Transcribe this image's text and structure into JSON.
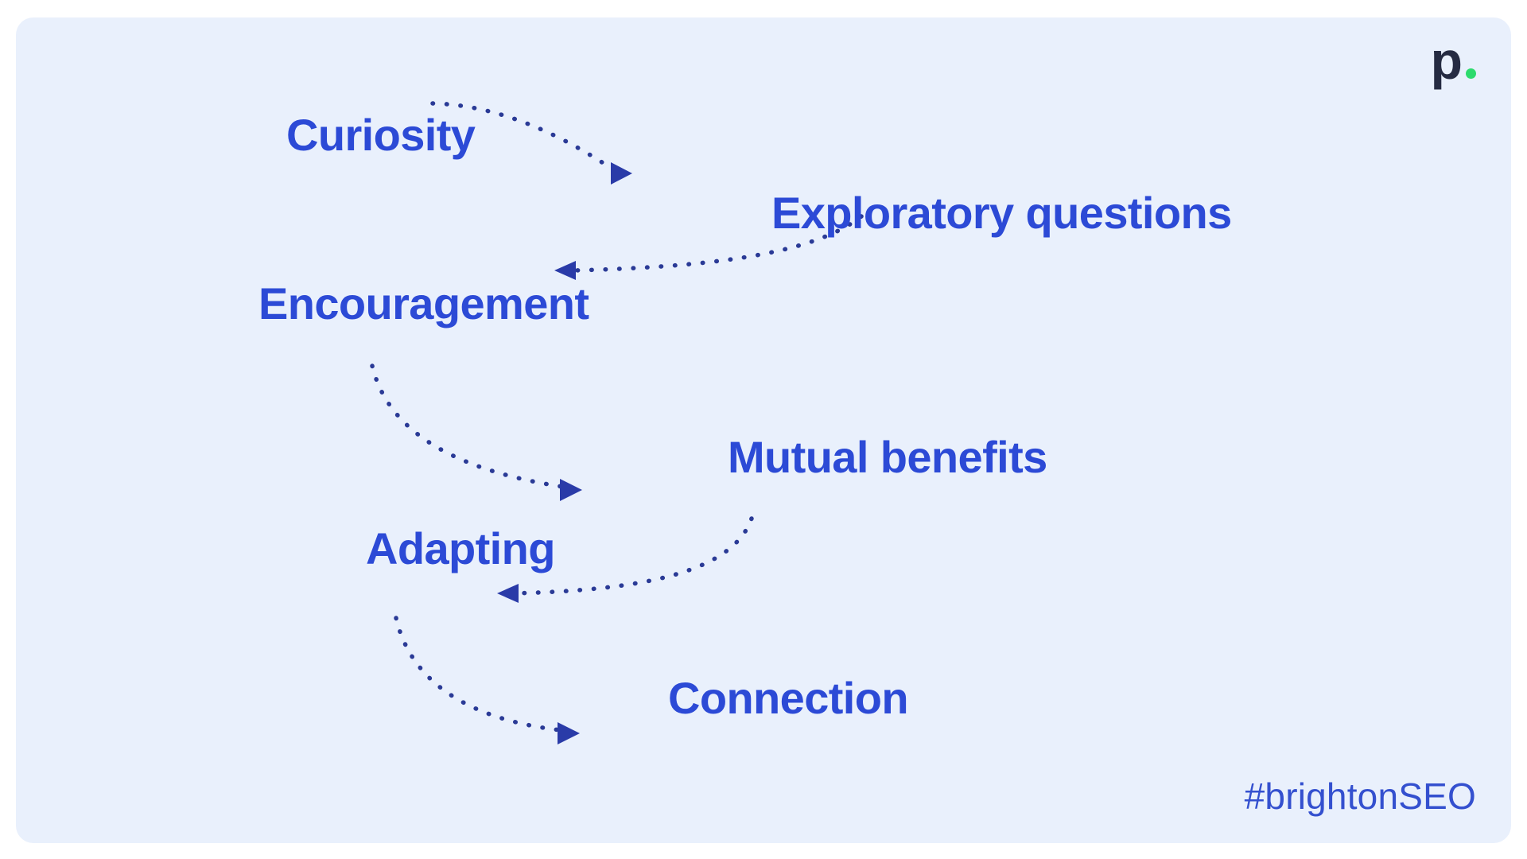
{
  "slide": {
    "background_color": "#ffffff",
    "card_color": "#e9f0fc",
    "accent_text_color": "#2c4ad6",
    "connector_color": "#2a3a96"
  },
  "brand": {
    "logo_letter": "p",
    "logo_icon_name": "green-dot",
    "logo_dot_color": "#2ddb6d",
    "logo_letter_color": "#252b42"
  },
  "flow": {
    "steps": [
      {
        "label": "Curiosity"
      },
      {
        "label": "Exploratory questions"
      },
      {
        "label": "Encouragement"
      },
      {
        "label": "Mutual benefits"
      },
      {
        "label": "Adapting"
      },
      {
        "label": "Connection"
      }
    ],
    "connectors": [
      {
        "from": "Curiosity",
        "to": "Exploratory questions",
        "direction": "right-down"
      },
      {
        "from": "Exploratory questions",
        "to": "Encouragement",
        "direction": "left-down"
      },
      {
        "from": "Encouragement",
        "to": "Mutual benefits",
        "direction": "right-down"
      },
      {
        "from": "Mutual benefits",
        "to": "Adapting",
        "direction": "left-down"
      },
      {
        "from": "Adapting",
        "to": "Connection",
        "direction": "right-down"
      }
    ]
  },
  "footer": {
    "hashtag": "#brightonSEO"
  }
}
